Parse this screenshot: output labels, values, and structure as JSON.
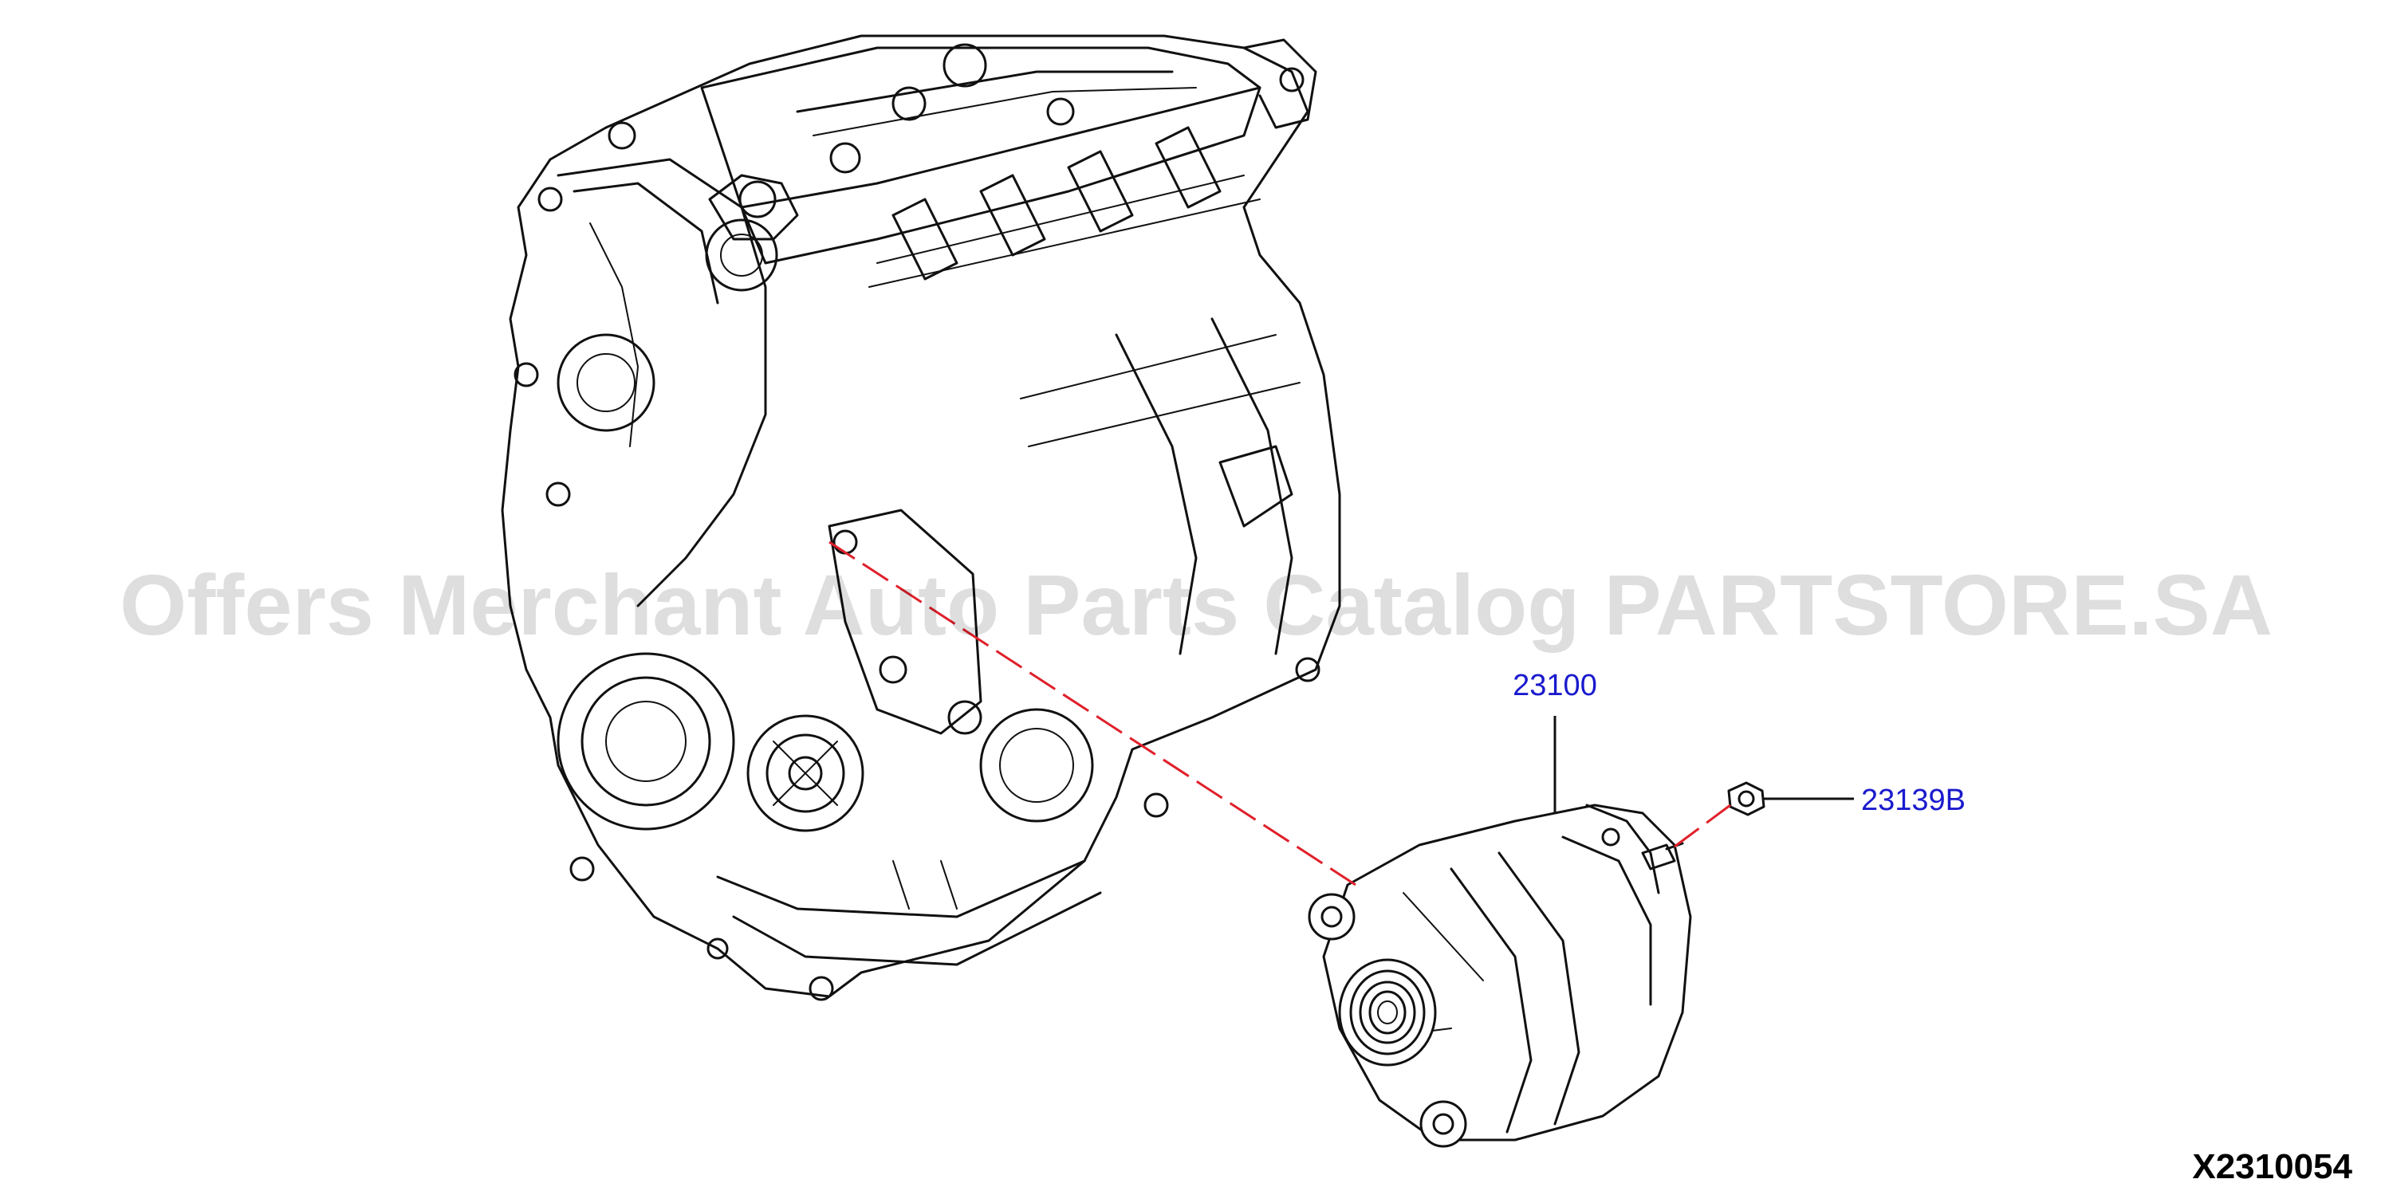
{
  "diagram": {
    "watermark": "Offers Merchant Auto Parts Catalog PARTSTORE.SA",
    "figure_code": "X2310054",
    "callouts": [
      {
        "id": "alternator",
        "part_number": "23100"
      },
      {
        "id": "nut",
        "part_number": "23139B"
      }
    ],
    "colors": {
      "callout_text": "#1a1acd",
      "dashed_leader": "#e0202a",
      "line_art": "#111111"
    }
  }
}
